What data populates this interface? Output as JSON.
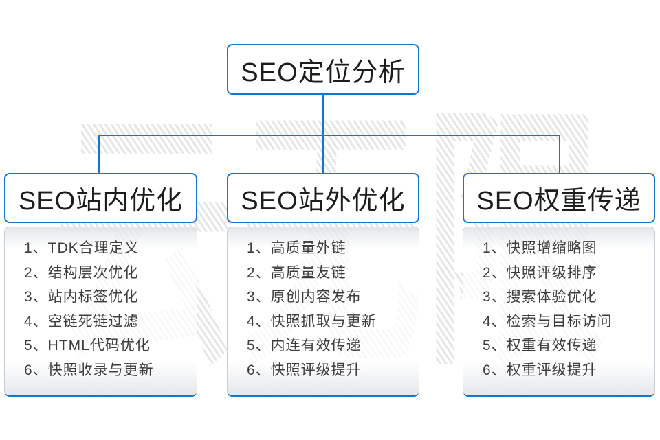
{
  "colors": {
    "accent": "#1277c8",
    "panel_border": "#c7ced6",
    "title_text": "#1d1d1d",
    "list_text": "#3d3d3d",
    "watermark": "#e6e6e6"
  },
  "watermark_text": "云无限",
  "root": {
    "title": "SEO定位分析"
  },
  "columns": [
    {
      "title": "SEO站内优化",
      "items": [
        "1、TDK合理定义",
        "2、结构层次优化",
        "3、站内标签优化",
        "4、空链死链过滤",
        "5、HTML代码优化",
        "6、快照收录与更新"
      ]
    },
    {
      "title": "SEO站外优化",
      "items": [
        "1、高质量外链",
        "2、高质量友链",
        "3、原创内容发布",
        "4、快照抓取与更新",
        "5、内连有效传递",
        "6、快照评级提升"
      ]
    },
    {
      "title": "SEO权重传递",
      "items": [
        "1、快照增缩略图",
        "2、快照评级排序",
        "3、搜索体验优化",
        "4、检索与目标访问",
        "5、权重有效传递",
        "6、权重评级提升"
      ]
    }
  ]
}
